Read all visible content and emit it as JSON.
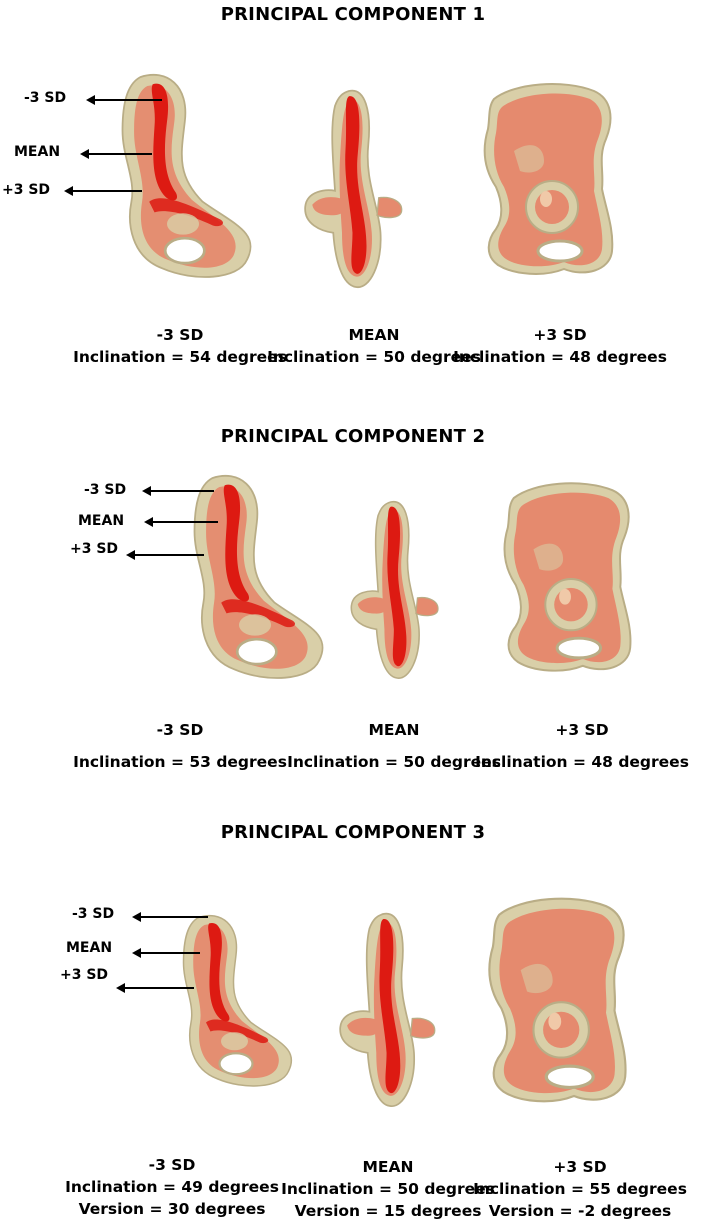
{
  "components": [
    {
      "title": "PRINCIPAL COMPONENT 1",
      "arrow_labels": [
        "-3 SD",
        "MEAN",
        "+3 SD"
      ],
      "views": [
        {
          "label": "-3 SD",
          "lines": [
            "Inclination = 54 degrees"
          ]
        },
        {
          "label": "MEAN",
          "lines": [
            "Inclination = 50 degrees"
          ]
        },
        {
          "label": "+3 SD",
          "lines": [
            "Inclination = 48 degrees"
          ]
        }
      ]
    },
    {
      "title": "PRINCIPAL COMPONENT 2",
      "arrow_labels": [
        "-3 SD",
        "MEAN",
        "+3 SD"
      ],
      "views": [
        {
          "label": "-3 SD",
          "lines": [
            "Inclination = 53 degrees"
          ]
        },
        {
          "label": "MEAN",
          "lines": [
            "Inclination = 50 degrees"
          ]
        },
        {
          "label": "+3 SD",
          "lines": [
            "Inclination = 48 degrees"
          ]
        }
      ]
    },
    {
      "title": "PRINCIPAL COMPONENT 3",
      "arrow_labels": [
        "-3 SD",
        "MEAN",
        "+3 SD"
      ],
      "views": [
        {
          "label": "-3 SD",
          "lines": [
            "Inclination = 49 degrees",
            "Version = 30 degrees"
          ]
        },
        {
          "label": "MEAN",
          "lines": [
            "Inclination = 50 degrees",
            "Version = 15 degrees"
          ]
        },
        {
          "label": "+3 SD",
          "lines": [
            "Inclination = 55 degrees",
            "Version = -2 degrees"
          ]
        }
      ]
    }
  ],
  "colors": {
    "outer_shape": "#d9cfa8",
    "mean_shape": "#e58a6e",
    "inner_shape": "#dd1a12",
    "outline": "#b9ad86"
  }
}
